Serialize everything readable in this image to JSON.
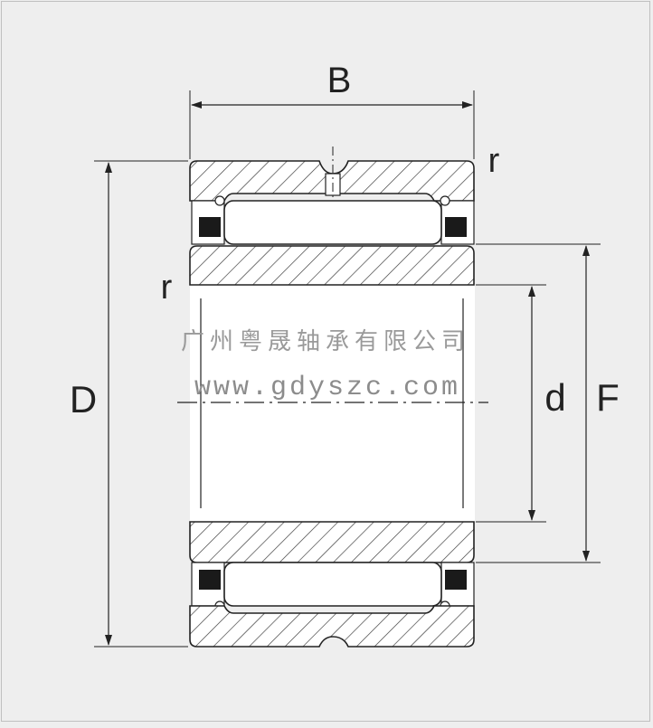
{
  "drawing": {
    "labels": {
      "B": "B",
      "r_top": "r",
      "r_left": "r",
      "D": "D",
      "d": "d",
      "F": "F"
    },
    "watermark": {
      "company": "广州粤晟轴承有限公司",
      "url": "www.gdyszc.com"
    },
    "colors": {
      "line": "#222222",
      "background": "#eeeeee",
      "section_fill": "#ffffff",
      "seal": "#1a1a1a",
      "watermark": "#9a9a9a"
    }
  }
}
